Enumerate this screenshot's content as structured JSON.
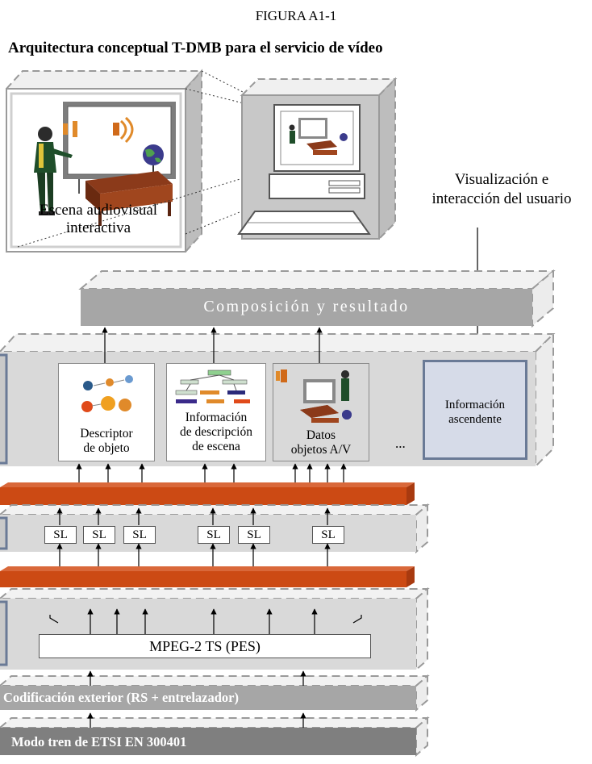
{
  "figure": {
    "label": "FIGURA A1-1",
    "title": "Arquitectura conceptual T-DMB para el servicio de vídeo"
  },
  "scene": {
    "caption_line1": "Escena audiovisual",
    "caption_line2": "interactiva"
  },
  "user": {
    "label_line1": "Visualización e",
    "label_line2": "interacción del usuario"
  },
  "layers": {
    "composition": "Composición y resultado",
    "descriptor_line1": "Descriptor",
    "descriptor_line2": "de objeto",
    "scene_info_line1": "Información",
    "scene_info_line2": "de descripción",
    "scene_info_line3": "de escena",
    "av_line1": "Datos",
    "av_line2": "objetos A/V",
    "ellipsis": "...",
    "upstream_line1": "Información",
    "upstream_line2": "ascendente",
    "sl": "SL",
    "mpeg": "MPEG-2 TS (PES)",
    "outer_coding": "Codificación exterior (RS + entrelazador)",
    "stream_mode": "Modo tren de ETSI EN 300401"
  },
  "colors": {
    "gray_bar": "#a6a6a6",
    "light_gray": "#e0e0e0",
    "orange_band": "#cc4a14",
    "upstream_box": "#d6dbe8"
  }
}
